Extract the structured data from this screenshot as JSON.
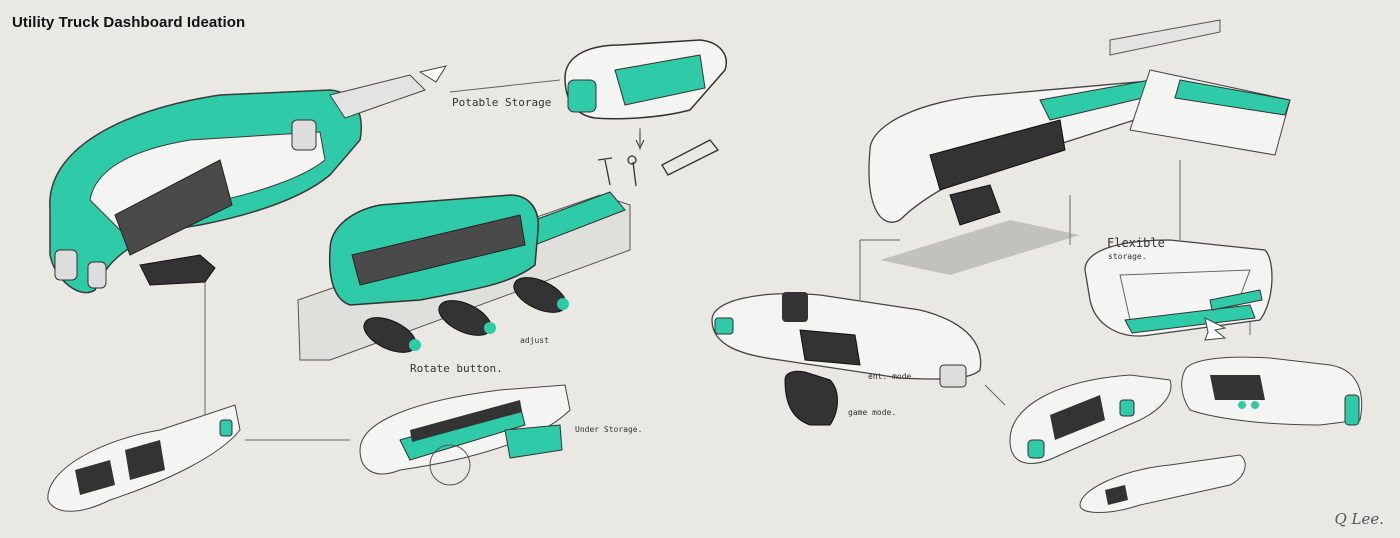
{
  "title": "Utility Truck Dashboard Ideation",
  "annotations": {
    "potable_storage": "Potable Storage",
    "rotate_button": "Rotate button.",
    "adjust": "adjust",
    "under_storage": "Under Storage.",
    "ent_mode": "ent. mode",
    "game_mode": "game mode.",
    "flexible": "Flexible",
    "storage": "storage."
  },
  "signature": "Q Lee.",
  "colors": {
    "background": "#e9e8e2",
    "accent_teal": "#2fcaa7",
    "dark_gray": "#3b3b3b",
    "body_light": "#f4f4f2",
    "line": "#555555"
  }
}
